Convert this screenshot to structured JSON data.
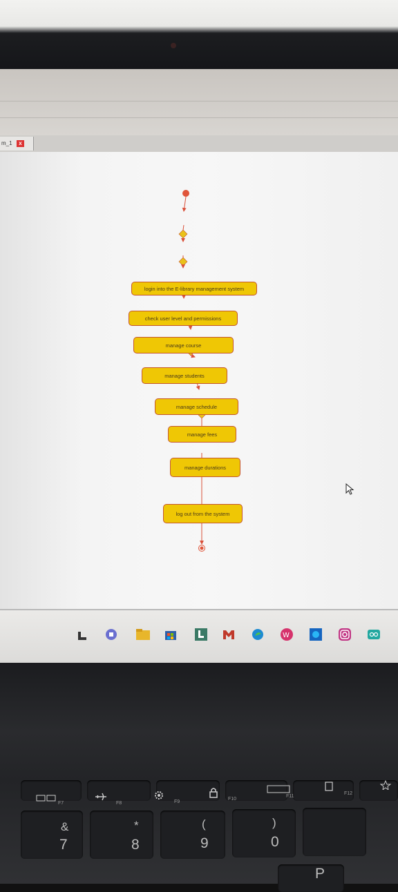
{
  "tab": {
    "label": "m_1",
    "close_symbol": "x"
  },
  "diagram": {
    "nodes": [
      "login into the E-library management system",
      "check user level and permissions",
      "manage course",
      "manage students",
      "manage schedule",
      "manage fees",
      "manage durations",
      "log out from the system"
    ],
    "colors": {
      "action_fill": "#efc705",
      "action_border": "#c4552b",
      "flow_line": "#d9503a",
      "decision": "#e9c21a"
    }
  },
  "taskbar": {
    "apps": [
      "launcher-l-icon",
      "chat-icon",
      "file-explorer-icon",
      "store-icon",
      "l-app-icon",
      "mail-icon",
      "edge-icon",
      "wps-icon",
      "web-app-icon",
      "instagram-icon",
      "meet-icon"
    ]
  },
  "keyboard": {
    "fkeys": [
      "F7",
      "F8",
      "F9",
      "F10",
      "F11",
      "F12"
    ],
    "number_row": [
      {
        "symbol": "&",
        "digit": "7"
      },
      {
        "symbol": "*",
        "digit": "8"
      },
      {
        "symbol": "(",
        "digit": "9"
      },
      {
        "symbol": ")",
        "digit": "0"
      }
    ],
    "letter": "P"
  }
}
